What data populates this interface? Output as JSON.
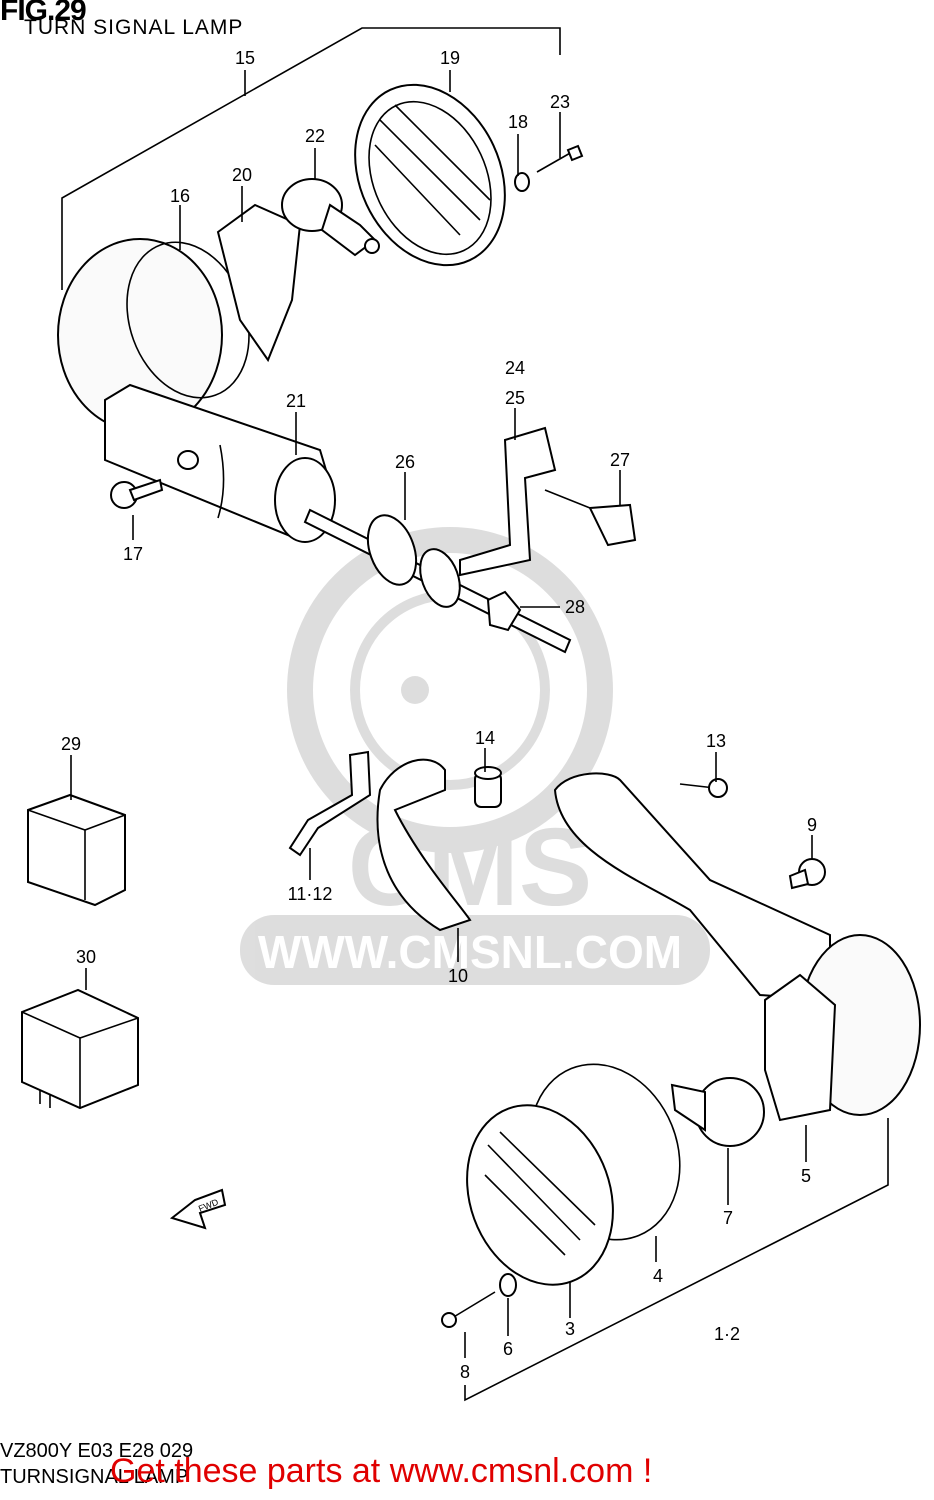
{
  "figure": {
    "number": "FIG.29",
    "subtitle": "TURN SIGNAL LAMP",
    "model_code": "VZ800Y E03 E28 029",
    "part_group": "TURNSIGNAL LAMP"
  },
  "watermark": {
    "brand": "CMS",
    "url": "WWW.CMSNL.COM"
  },
  "promo_text": "Get these parts at www.cmsnl.com !",
  "direction_marker": "FWD",
  "callouts": [
    {
      "id": "c15",
      "label": "15"
    },
    {
      "id": "c19",
      "label": "19"
    },
    {
      "id": "c23",
      "label": "23"
    },
    {
      "id": "c18",
      "label": "18"
    },
    {
      "id": "c22",
      "label": "22"
    },
    {
      "id": "c20",
      "label": "20"
    },
    {
      "id": "c16",
      "label": "16"
    },
    {
      "id": "c24",
      "label": "24"
    },
    {
      "id": "c25",
      "label": "25"
    },
    {
      "id": "c21",
      "label": "21"
    },
    {
      "id": "c26",
      "label": "26"
    },
    {
      "id": "c27",
      "label": "27"
    },
    {
      "id": "c17",
      "label": "17"
    },
    {
      "id": "c28",
      "label": "28"
    },
    {
      "id": "c29",
      "label": "29"
    },
    {
      "id": "c14",
      "label": "14"
    },
    {
      "id": "c13",
      "label": "13"
    },
    {
      "id": "c9",
      "label": "9"
    },
    {
      "id": "c1112",
      "label": "11·12"
    },
    {
      "id": "c10",
      "label": "10"
    },
    {
      "id": "c30",
      "label": "30"
    },
    {
      "id": "c5",
      "label": "5"
    },
    {
      "id": "c7",
      "label": "7"
    },
    {
      "id": "c4",
      "label": "4"
    },
    {
      "id": "c3",
      "label": "3"
    },
    {
      "id": "c6",
      "label": "6"
    },
    {
      "id": "c12b",
      "label": "1·2"
    },
    {
      "id": "c8",
      "label": "8"
    }
  ]
}
